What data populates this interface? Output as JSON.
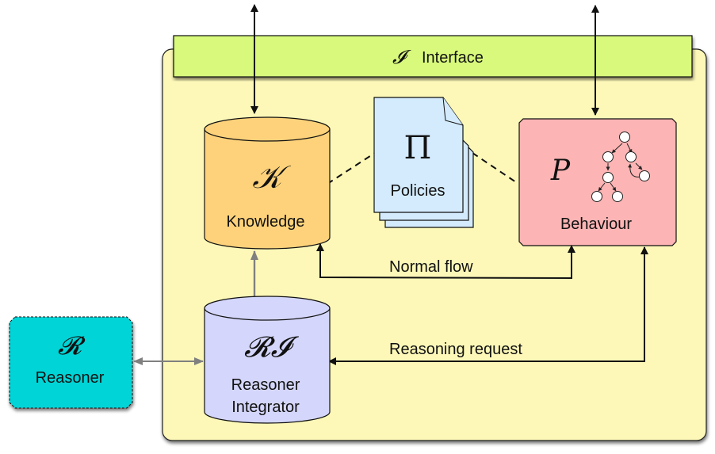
{
  "diagram": {
    "interface": {
      "symbol": "𝓘",
      "label": "Interface"
    },
    "knowledge": {
      "symbol": "𝒦",
      "label": "Knowledge"
    },
    "policies": {
      "symbol": "Π",
      "label": "Policies"
    },
    "behaviour": {
      "symbol": "P",
      "label": "Behaviour"
    },
    "reasoner_integrator": {
      "symbol": "𝓡𝓘",
      "label_line1": "Reasoner",
      "label_line2": "Integrator"
    },
    "reasoner": {
      "symbol": "𝓡",
      "label": "Reasoner"
    },
    "edges": {
      "normal_flow": "Normal flow",
      "reasoning_request": "Reasoning request"
    },
    "colors": {
      "agent_container": "#fdf8b8",
      "interface": "#d8f97c",
      "knowledge": "#fdd27a",
      "policies": "#d4ebfd",
      "behaviour": "#fcb4b4",
      "reasoner_integrator": "#d4d6fb",
      "reasoner": "#02d4d6",
      "gray_arrow": "#808080"
    }
  }
}
